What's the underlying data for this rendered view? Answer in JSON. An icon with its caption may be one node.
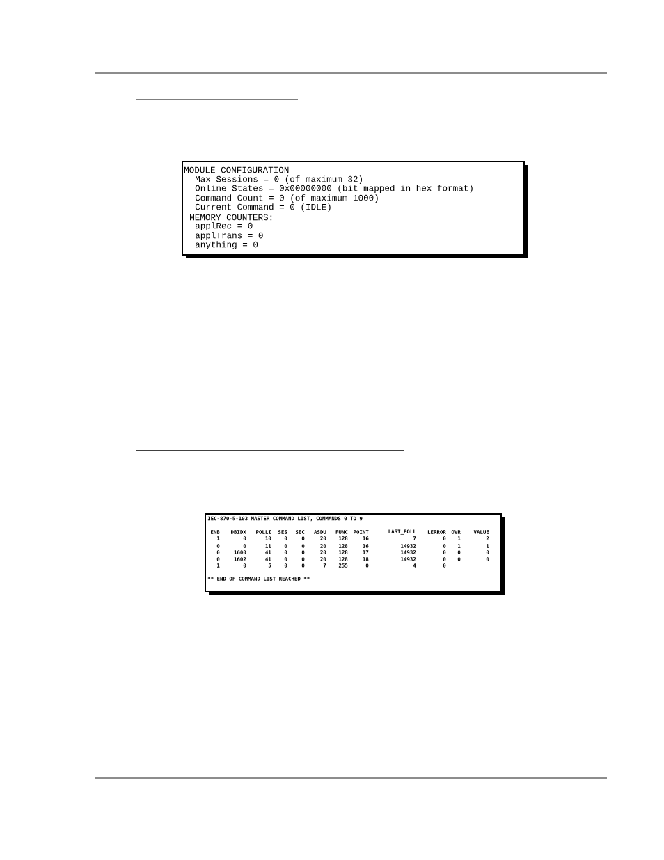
{
  "diagram": {
    "nodes": [
      {
        "text": [
          "MODULE CONFIGURATION",
          "Max Sessions = 0 (of maximum 32)",
          "Online States = 0x00000000 (bit mapped in hex format)",
          "Command Count = 0 (of maximum 1000)",
          "Current Command = 0 (IDLE)",
          "MEMORY COUNTERS:",
          "applRec = 0",
          "applTrans = 0",
          "anything = 0"
        ]
      },
      {
        "text": [
          "IEC-870-5-103 MASTER COMMAND LIST, COMMANDS 0 TO 9",
          "**** END OF COMMAND LIST REACHED ****"
        ]
      }
    ],
    "labels": [
      "ENB",
      "DBIDX",
      "POLLI",
      "SES",
      "SEC",
      "ASDU",
      "FUNC",
      "POINT",
      "LAST_POLL",
      "LERROR",
      "OVR",
      "VALUE",
      "1",
      "0",
      "10",
      "0",
      "0",
      "20",
      "128",
      "16",
      "7",
      "0",
      "1",
      "2",
      "0",
      "0",
      "11",
      "0",
      "0",
      "20",
      "128",
      "16",
      "14932",
      "0",
      "1",
      "1",
      "0",
      "1600",
      "41",
      "0",
      "0",
      "20",
      "128",
      "17",
      "14932",
      "0",
      "0",
      "0",
      "0",
      "1602",
      "41",
      "0",
      "0",
      "20",
      "128",
      "18",
      "14932",
      "0",
      "0",
      "0",
      "1",
      "0",
      "5",
      "0",
      "0",
      "7",
      "255",
      "0",
      "4",
      "0"
    ]
  }
}
